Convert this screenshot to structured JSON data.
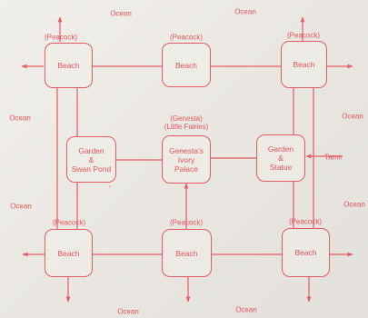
{
  "colors": {
    "ink": "#e55b62",
    "paper": "#ece9e4"
  },
  "rooms": [
    {
      "id": "beach_nw",
      "label": "Beach",
      "tag": "(Peacock)"
    },
    {
      "id": "beach_n",
      "label": "Beach",
      "tag": "(Peacock)"
    },
    {
      "id": "beach_ne",
      "label": "Beach",
      "tag": "(Peacock)"
    },
    {
      "id": "garden_swan",
      "label": "Garden\n&\nSwan Pond"
    },
    {
      "id": "palace",
      "label": "Genesta's\nIvory\nPalace",
      "tag": "(Genesta)\n(Little Fairies)"
    },
    {
      "id": "garden_statue",
      "label": "Garden\n&\nStatue"
    },
    {
      "id": "beach_sw",
      "label": "Beach",
      "tag": "(Peacock)"
    },
    {
      "id": "beach_s",
      "label": "Beach",
      "tag": "(Peacock)"
    },
    {
      "id": "beach_se",
      "label": "Beach",
      "tag": "(Peacock)"
    }
  ],
  "outside": {
    "ocean_top_left": "Ocean",
    "ocean_top_right": "Ocean",
    "ocean_left_upper": "Ocean",
    "ocean_left_lower": "Ocean",
    "ocean_right_upper": "Ocean",
    "ocean_right_lower": "Ocean",
    "ocean_bottom_left": "Ocean",
    "ocean_bottom_right": "Ocean",
    "tamir": "Tamir"
  },
  "stray_mark": "'"
}
